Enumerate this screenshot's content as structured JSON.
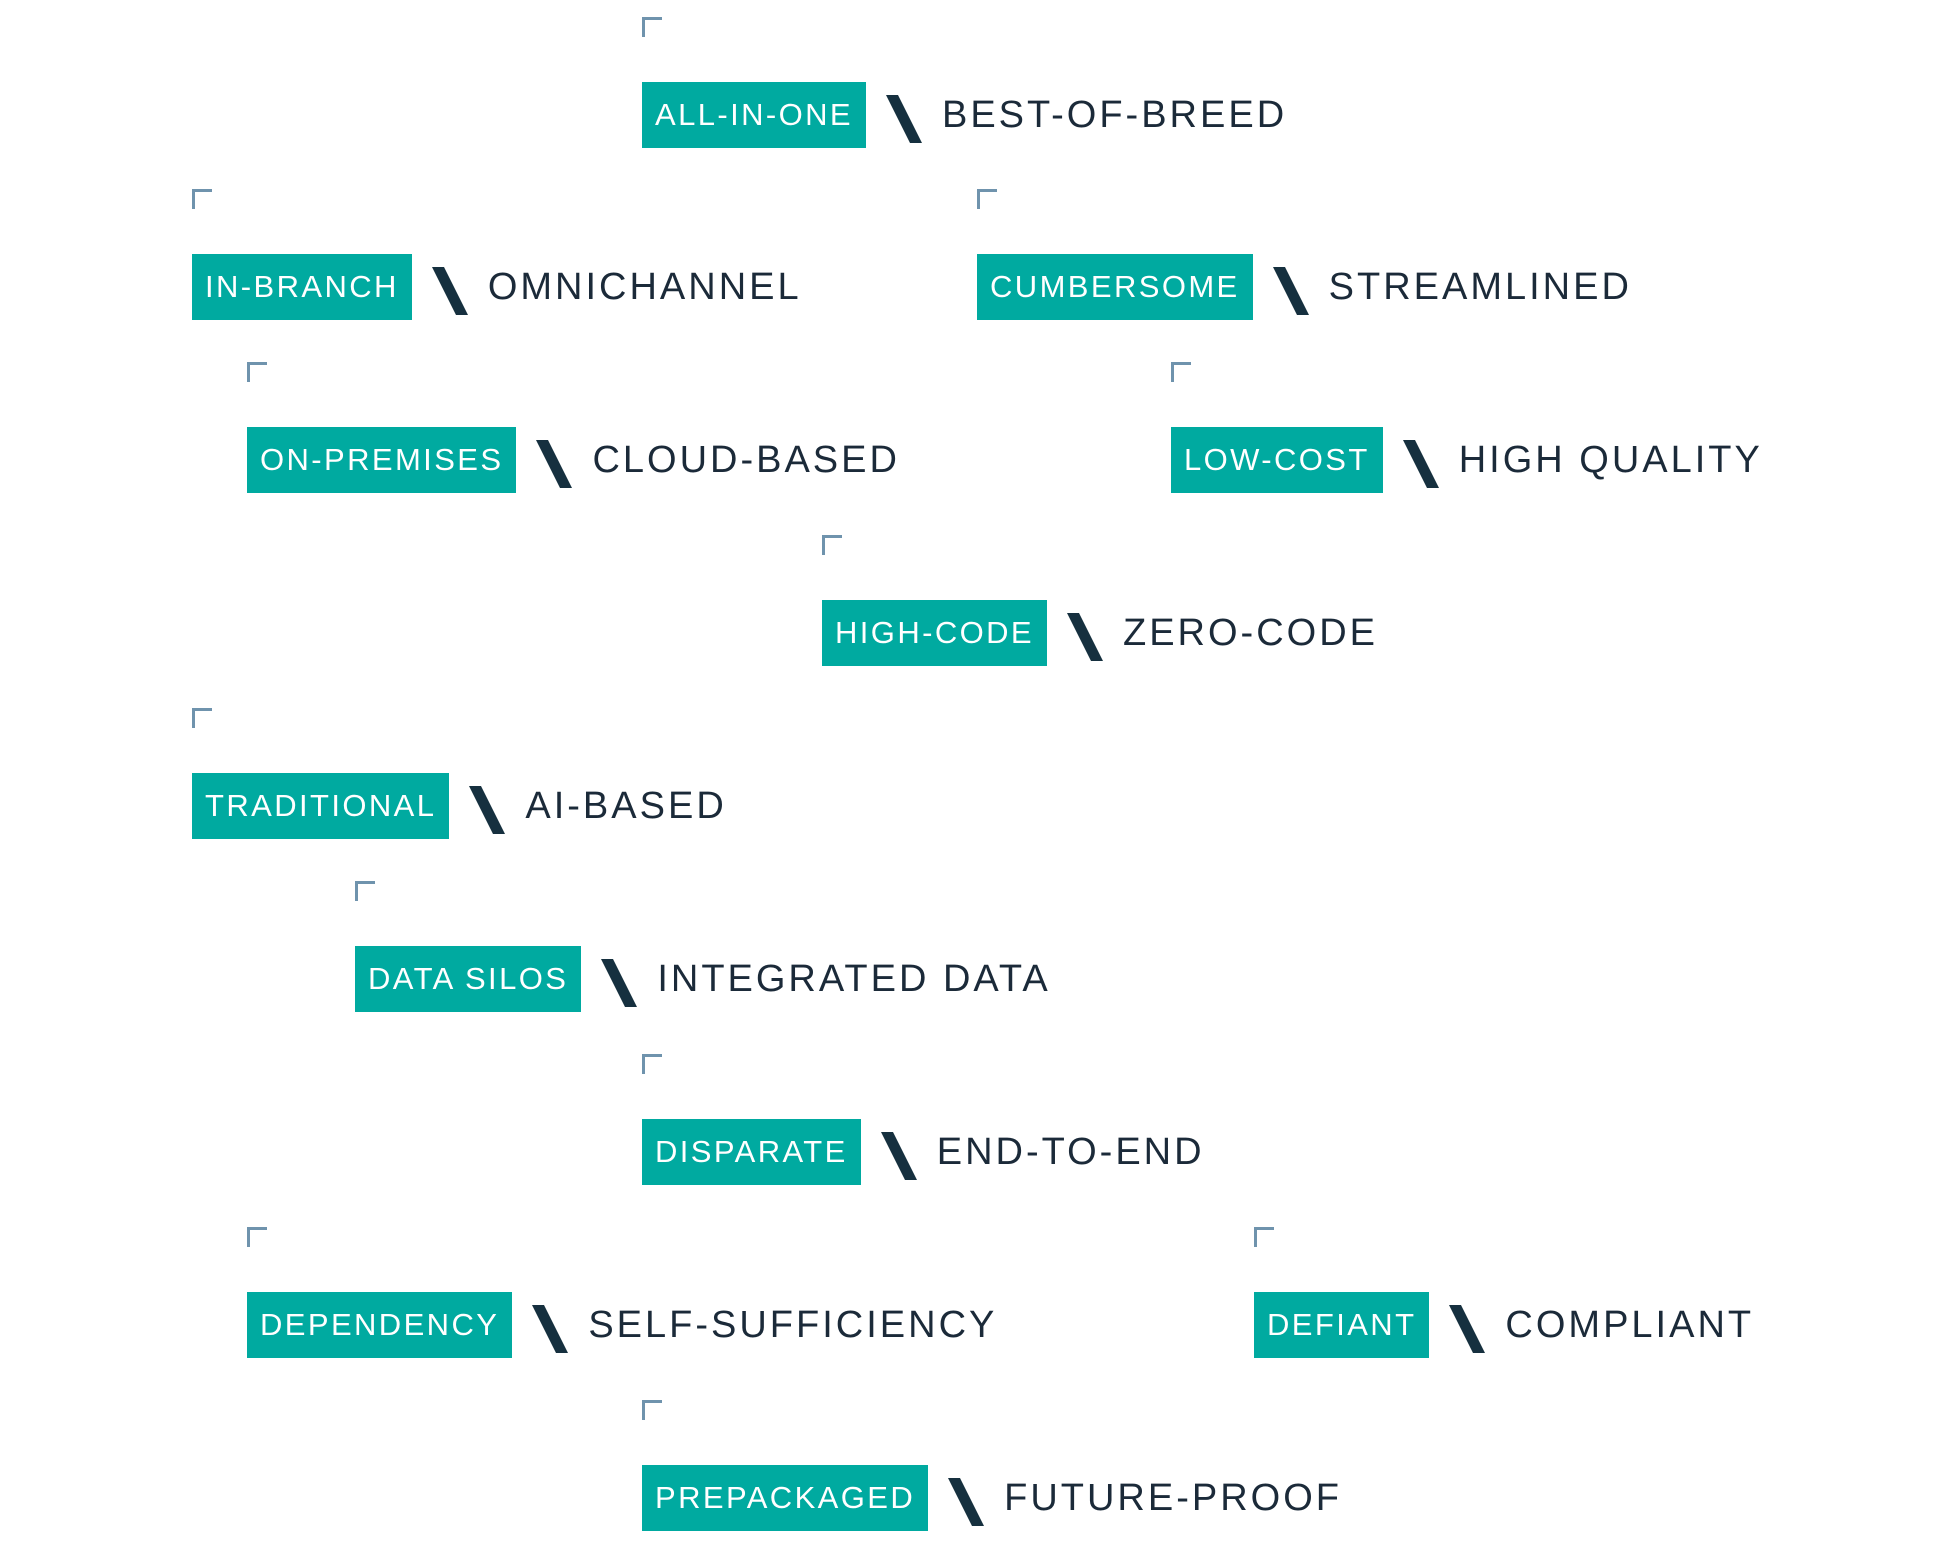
{
  "pairs": [
    {
      "tag": "ALL-IN-ONE",
      "label": "BEST-OF-BREED"
    },
    {
      "tag": "IN-BRANCH",
      "label": "OMNICHANNEL"
    },
    {
      "tag": "CUMBERSOME",
      "label": "STREAMLINED"
    },
    {
      "tag": "ON-PREMISES",
      "label": "CLOUD-BASED"
    },
    {
      "tag": "LOW-COST",
      "label": "HIGH QUALITY"
    },
    {
      "tag": "HIGH-CODE",
      "label": "ZERO-CODE"
    },
    {
      "tag": "TRADITIONAL",
      "label": "AI-BASED"
    },
    {
      "tag": "DATA SILOS",
      "label": "INTEGRATED DATA"
    },
    {
      "tag": "DISPARATE",
      "label": "END-TO-END"
    },
    {
      "tag": "DEPENDENCY",
      "label": "SELF-SUFFICIENCY"
    },
    {
      "tag": "DEFIANT",
      "label": "COMPLIANT"
    },
    {
      "tag": "PREPACKAGED",
      "label": "FUTURE-PROOF"
    }
  ],
  "colors": {
    "tag_background": "#00aaa0",
    "tag_text": "#ffffff",
    "label_text": "#1b2a39",
    "slash": "#16303f",
    "corner_mark": "#6f93ad"
  }
}
